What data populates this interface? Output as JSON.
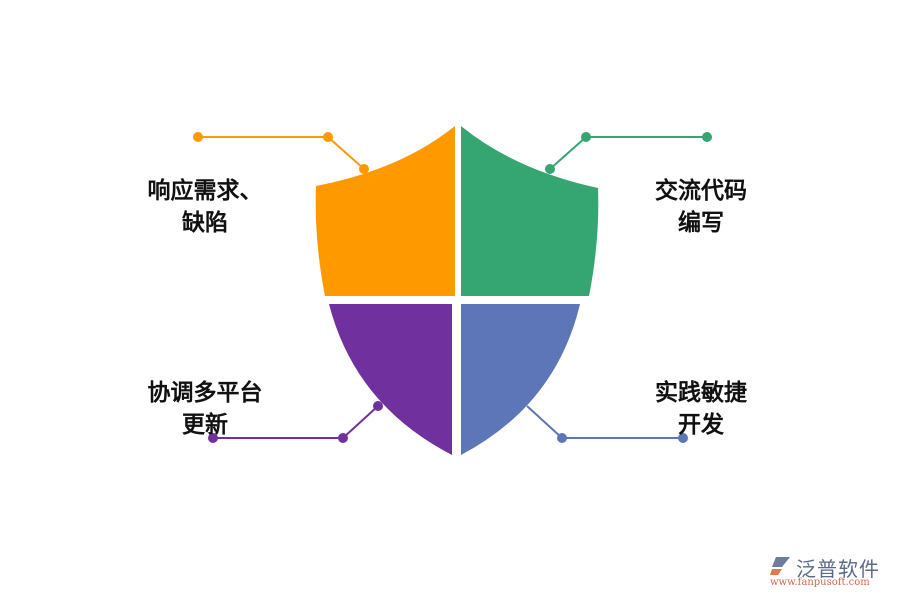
{
  "diagram": {
    "type": "shield-quadrant",
    "quadrants": [
      {
        "position": "top-left",
        "label_line1": "响应需求、",
        "label_line2": "缺陷",
        "color": "#FF9900"
      },
      {
        "position": "top-right",
        "label_line1": "交流代码",
        "label_line2": "编写",
        "color": "#35A672"
      },
      {
        "position": "bottom-left",
        "label_line1": "协调多平台",
        "label_line2": "更新",
        "color": "#70309E"
      },
      {
        "position": "bottom-right",
        "label_line1": "实践敏捷",
        "label_line2": "开发",
        "color": "#5D76B8"
      }
    ]
  },
  "logo": {
    "icon": "fanpu-logo-icon",
    "brand": "泛普软件",
    "url": "www.fanpusoft.com"
  }
}
